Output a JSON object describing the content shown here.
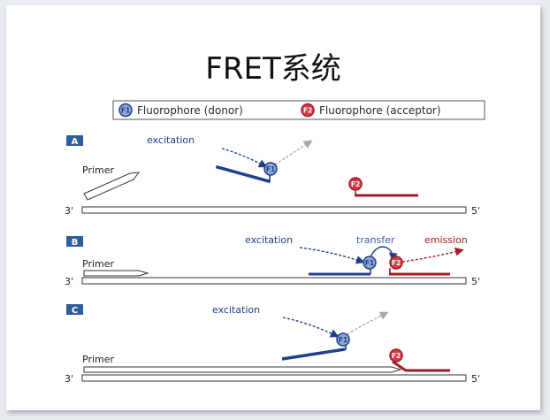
{
  "slide": {
    "title": "FRET系统"
  },
  "legend": {
    "donor_symbol": "F1",
    "donor_label": "Fluorophore (donor)",
    "acceptor_symbol": "F2",
    "acceptor_label": "Fluorophore (acceptor)"
  },
  "panels": [
    {
      "tag": "A",
      "primer_label": "Primer",
      "strand_left": "3'",
      "strand_right": "5'",
      "excitation_label": "excitation",
      "donor_symbol": "F1",
      "acceptor_symbol": "F2"
    },
    {
      "tag": "B",
      "primer_label": "Primer",
      "strand_left": "3'",
      "strand_right": "5'",
      "excitation_label": "excitation",
      "transfer_label": "transfer",
      "emission_label": "emission",
      "donor_symbol": "F1",
      "acceptor_symbol": "F2"
    },
    {
      "tag": "C",
      "primer_label": "Primer",
      "strand_left": "3'",
      "strand_right": "5'",
      "excitation_label": "excitation",
      "donor_symbol": "F1",
      "acceptor_symbol": "F2"
    }
  ],
  "colors": {
    "donor": "#1e3f8a",
    "donor_fill": "#8fa7d6",
    "acceptor": "#a01c2a",
    "acceptor_fill": "#d63a4a",
    "panel_tag": "#2f5d9a",
    "arrow_gray": "#a8a8a8"
  }
}
